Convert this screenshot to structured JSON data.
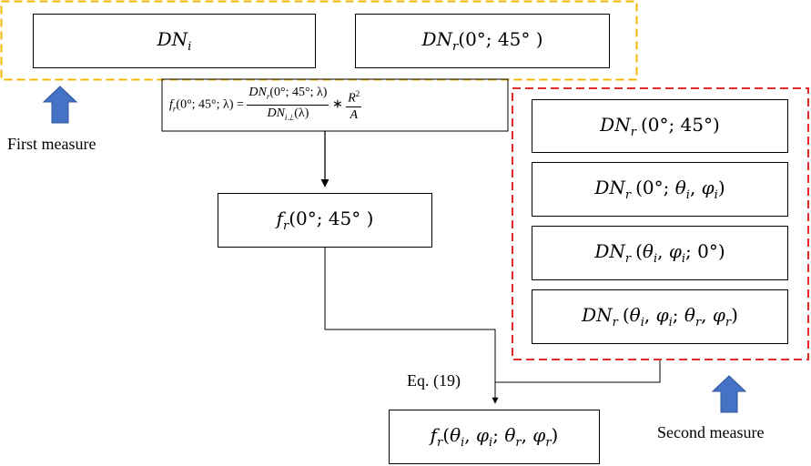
{
  "boxes": {
    "dn_i": {
      "base": "DN",
      "sub": "i"
    },
    "dn_r_0_45_top": {
      "base": "DN",
      "sub": "r",
      "args": "(0°; 45° )"
    },
    "f_r_0_45": {
      "base": "f",
      "sub": "r",
      "args": "(0°; 45° )"
    },
    "dn_r_0_45": {
      "base": "DN",
      "sub": "r",
      "args": "(0°; 45°)"
    },
    "dn_r_0_theta_i_phi_i": {
      "base": "DN",
      "sub": "r",
      "args_pre": "(0°; ",
      "theta": "θ",
      "phi": "φ",
      "sub_i": "i",
      "args_post": ")"
    },
    "dn_r_theta_i_phi_i_0": {
      "base": "DN",
      "sub": "r",
      "args_open": "(",
      "theta": "θ",
      "phi": "φ",
      "sub_i": "i",
      "args_post": "; 0°)"
    },
    "dn_r_theta_i_phi_i_theta_r_phi_r": {
      "base": "DN",
      "sub": "r",
      "theta": "θ",
      "phi": "φ",
      "sub_i": "i",
      "sub_r": "r"
    },
    "f_r_final": {
      "base": "f",
      "sub": "r",
      "theta": "θ",
      "phi": "φ",
      "sub_i": "i",
      "sub_r": "r"
    }
  },
  "formula": {
    "lhs_f": "f",
    "lhs_sub": "r",
    "lhs_args": "(0°; 45°; λ) =",
    "num_base": "DN",
    "num_sub": "r",
    "num_args": "(0°; 45°; λ)",
    "den_base": "DN",
    "den_sub": "i⊥",
    "den_args": "(λ)",
    "times": "∗",
    "r_num": "R",
    "r_exp": "2",
    "r_den": "A"
  },
  "labels": {
    "first_measure": "First measure",
    "second_measure": "Second measure",
    "equation_ref": "Eq. (19)"
  },
  "colors": {
    "first_group_border": "#f2b705",
    "second_group_border": "#e32b2b",
    "up_arrow_fill": "#4472c4",
    "up_arrow_stroke": "#2f5597",
    "line": "#000000"
  }
}
